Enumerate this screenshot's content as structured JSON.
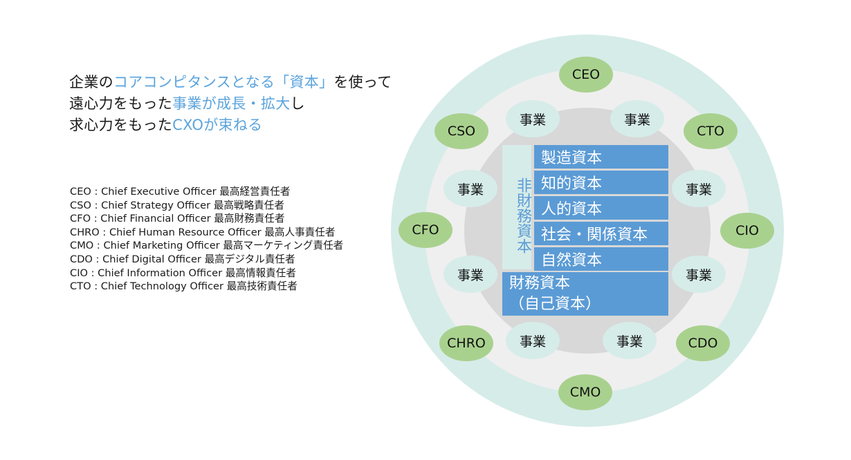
{
  "headline": {
    "line1": [
      "企業の",
      "コアコンピタンスとなる「資本」",
      "を使って"
    ],
    "line2": [
      "遠心力をもった",
      "事業が成長・拡大",
      "し"
    ],
    "line3": [
      "求心力をもった",
      "CXOが束ねる"
    ]
  },
  "glossary": [
    "CEO : Chief Executive Officer 最高経営責任者",
    "CSO : Chief Strategy Officer 最高戦略責任者",
    "CFO : Chief Financial Officer 最高財務責任者",
    "CHRO : Chief Human Resource Officer 最高人事責任者",
    "CMO : Chief Marketing Officer 最高マーケティング責任者",
    "CDO : Chief Digital Officer 最高デジタル責任者",
    "CIO : Chief Information Officer 最高情報責任者",
    "CTO : Chief Technology Officer 最高技術責任者"
  ],
  "diagram": {
    "cxo": [
      "CEO",
      "CTO",
      "CIO",
      "CDO",
      "CMO",
      "CHRO",
      "CFO",
      "CSO"
    ],
    "business": [
      "事業",
      "事業",
      "事業",
      "事業",
      "事業",
      "事業",
      "事業",
      "事業"
    ],
    "non_financial_label": "非財務資本",
    "capitals": [
      "製造資本",
      "知的資本",
      "人的資本",
      "社会・関係資本",
      "自然資本"
    ],
    "financial_capital": [
      "財務資本",
      "（自己資本）"
    ]
  },
  "colors": {
    "accent_text": "#5ba3dc",
    "outer_ring": "#d6ece9",
    "middle_ring": "#efefef",
    "inner_ring": "#d8d8d8",
    "cxo_circle": "#a9d18e",
    "capital_block": "#5b9bd5"
  }
}
